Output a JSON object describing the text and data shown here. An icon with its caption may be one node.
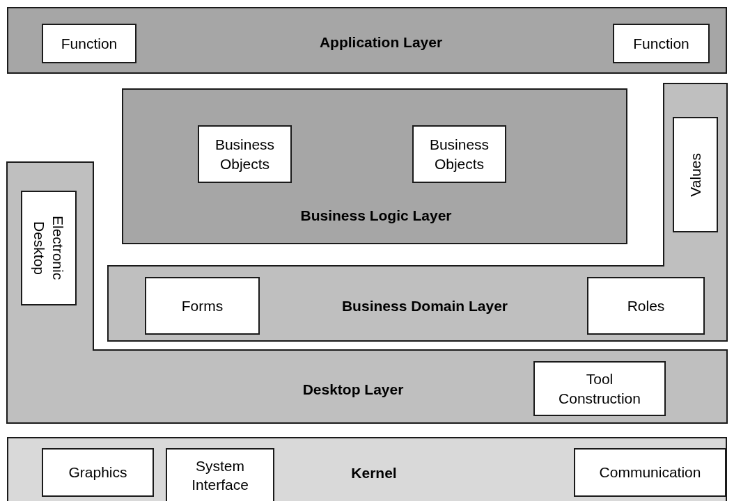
{
  "diagram": {
    "nodes": [
      {
        "text": [
          "Application Layer"
        ]
      },
      {
        "text": [
          "Function"
        ],
        "in": 0
      },
      {
        "text": [
          "Function"
        ],
        "in": 0
      },
      {
        "text": [
          "Business Logic Layer"
        ]
      },
      {
        "text": [
          "Business Objects"
        ],
        "in": 3
      },
      {
        "text": [
          "Business Objects"
        ],
        "in": 3
      },
      {
        "text": [
          "Business Domain Layer"
        ]
      },
      {
        "text": [
          "Values"
        ],
        "in": 6
      },
      {
        "text": [
          "Forms"
        ],
        "in": 6
      },
      {
        "text": [
          "Roles"
        ],
        "in": 6
      },
      {
        "text": [
          "Desktop Layer"
        ]
      },
      {
        "text": [
          "Electronic Desktop"
        ],
        "in": 10
      },
      {
        "text": [
          "Tool Construction"
        ],
        "in": 10
      },
      {
        "text": [
          "Kernel"
        ]
      },
      {
        "text": [
          "Graphics"
        ],
        "in": 13
      },
      {
        "text": [
          "System Interface"
        ],
        "in": 13
      },
      {
        "text": [
          "Communication"
        ],
        "in": 13
      }
    ]
  }
}
